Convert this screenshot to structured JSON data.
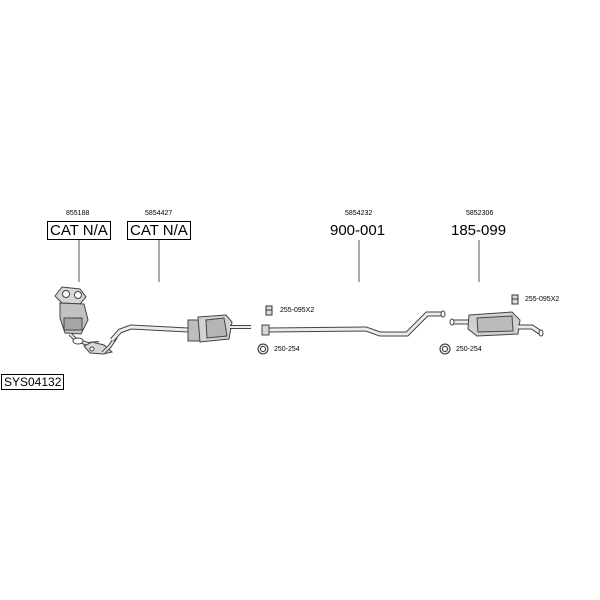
{
  "system_code": "SYS04132",
  "parts": [
    {
      "ref": "855188",
      "label": "CAT N/A"
    },
    {
      "ref": "5854427",
      "label": "CAT N/A"
    },
    {
      "ref": "5854232",
      "label": "900-001"
    },
    {
      "ref": "5852306",
      "label": "185-099"
    }
  ],
  "fittings": [
    {
      "code": "255-095X2",
      "icon": "clamp-icon"
    },
    {
      "code": "250-254",
      "icon": "ring-clamp-icon"
    },
    {
      "code": "250-254",
      "icon": "ring-clamp-icon"
    },
    {
      "code": "255-095X2",
      "icon": "clamp-icon"
    }
  ]
}
